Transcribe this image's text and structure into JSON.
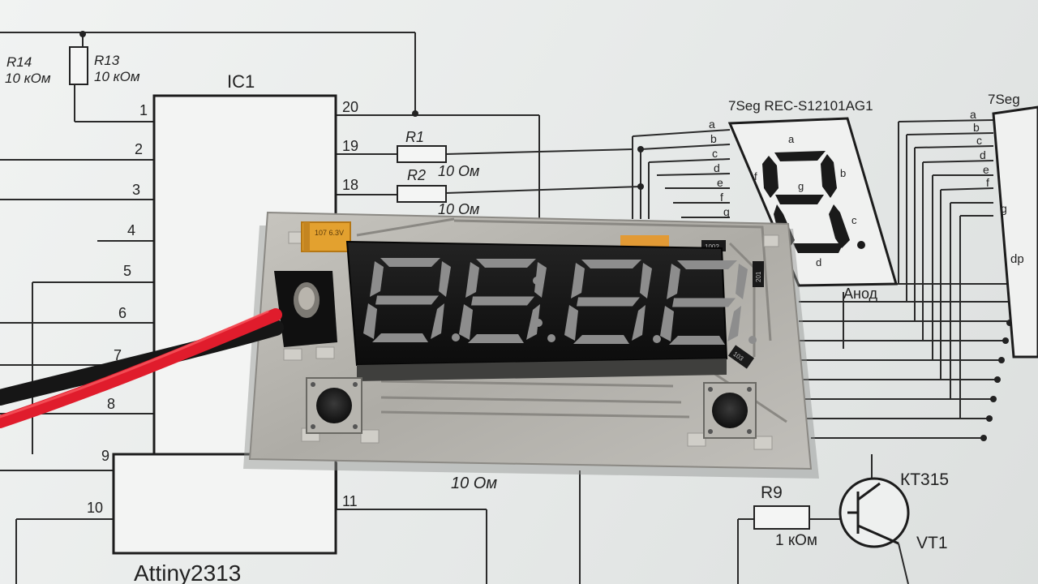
{
  "schematic": {
    "resistor_r14": "R14",
    "resistor_r14_value": "10 кОм",
    "resistor_r13": "R13",
    "resistor_r13_value": "10 кОм",
    "ic_name": "IC1",
    "ic_part": "Attiny2313",
    "ic_left_pins": [
      "1",
      "2",
      "3",
      "4",
      "5",
      "6",
      "7",
      "8",
      "9",
      "10"
    ],
    "ic_right_pins": [
      "20",
      "19",
      "18",
      "11"
    ],
    "r1": "R1",
    "r2": "R2",
    "r2_value": "10 Ом",
    "r3_value": "10 Ом",
    "bottom_value": "10 Ом",
    "seg_title": "7Seg REC-S12101AG1",
    "seg_title_2": "7Seg",
    "seg_pins": [
      "a",
      "b",
      "c",
      "d",
      "e",
      "f",
      "g"
    ],
    "seg_pins_2": [
      "a",
      "b",
      "c",
      "d",
      "e",
      "f",
      "g",
      "dp"
    ],
    "seg_inner_labels": [
      "a",
      "f",
      "g",
      "b",
      "c",
      "d"
    ],
    "anode_label": "Анод",
    "transistor_model": "КТ315",
    "transistor_ref": "VT1",
    "r9": "R9",
    "r9_value": "1 кОм"
  },
  "board": {
    "display_digits": 4,
    "button_count": 2,
    "capacitor_marking": "107 6.3V",
    "smd_markings": [
      "1002",
      "201",
      "103"
    ]
  },
  "colors": {
    "paper": "#e9eceb",
    "pcb": "#b8b6b0",
    "display_body": "#121212",
    "segment_off": "#8d8d8d",
    "capacitor": "#e3a12f",
    "wire_red": "#e01c2c",
    "wire_black": "#161616"
  }
}
